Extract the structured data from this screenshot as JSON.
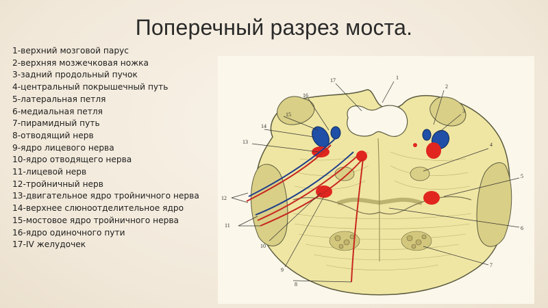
{
  "title": "Поперечный разрез моста.",
  "legend": [
    "1-верхний мозговой парус",
    "2-верхняя мозжечковая ножка",
    "3-задний продольный пучок",
    "4-центральный покрышечный путь",
    "5-латеральная петля",
    "6-медиальная петля",
    "7-пирамидный путь",
    "8-отводящий нерв",
    "9-ядро лицевого нерва",
    "10-ядро отводящего нерва",
    "11-лицевой нерв",
    "12-тройничный нерв",
    "13-двигательное ядро тройничного нерва",
    "14-верхнее слюноотделительное ядро",
    "15-мостовое ядро тройничного нерва",
    "16-ядро одиночного пути",
    "17-IV желудочек"
  ],
  "figure_labels": {
    "l1": "1",
    "l2": "2",
    "l3": "3",
    "l4": "4",
    "l5": "5",
    "l6": "6",
    "l7": "7",
    "l8": "8",
    "l9": "9",
    "l10": "10",
    "l11": "11",
    "l12": "12",
    "l13": "13",
    "l14": "14",
    "l15": "15",
    "l16": "16",
    "l17": "17"
  },
  "colors": {
    "tissue": "#efe6a3",
    "tissue_dark": "#d9cf86",
    "outline": "#5a5a40",
    "nucleus_red": "#e0261f",
    "nucleus_blue": "#1f4fa6",
    "nerve_red": "#c8261f",
    "nerve_blue": "#1f3f8a"
  }
}
